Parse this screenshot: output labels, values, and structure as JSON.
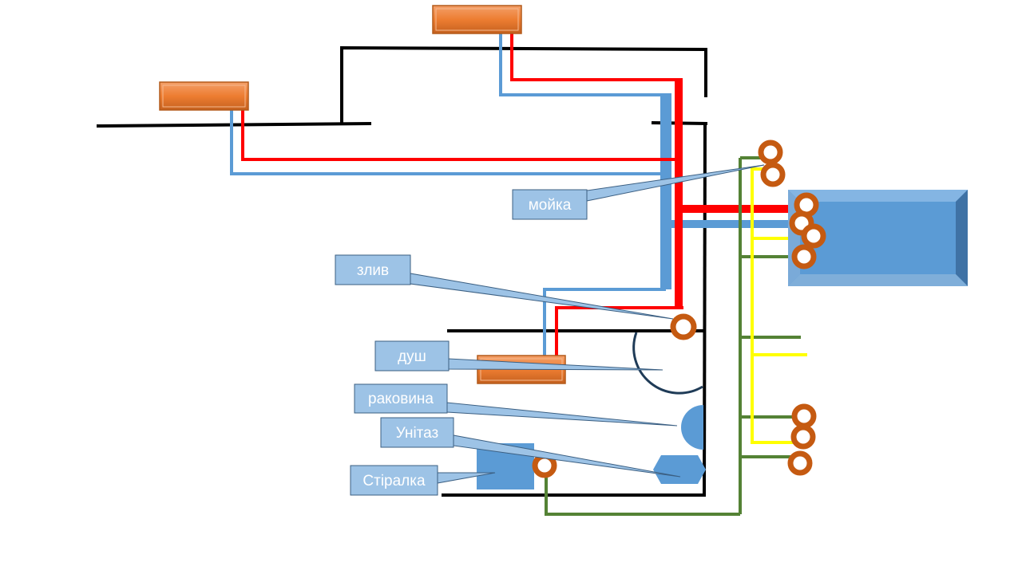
{
  "colors": {
    "wall": "#000000",
    "hot": "#ff0000",
    "cold": "#5b9bd5",
    "drain": "#548235",
    "yellow": "#ffff00",
    "heater": "#ed7d31",
    "fitting": "#c55a11",
    "callout_fill": "#9dc3e6",
    "appliance": "#5b9bd5"
  },
  "callouts": {
    "sink_kitchen": "мойка",
    "drain": "злив",
    "shower": "душ",
    "washbasin": "раковина",
    "toilet": "Унітаз",
    "washer": "Стіралка"
  }
}
